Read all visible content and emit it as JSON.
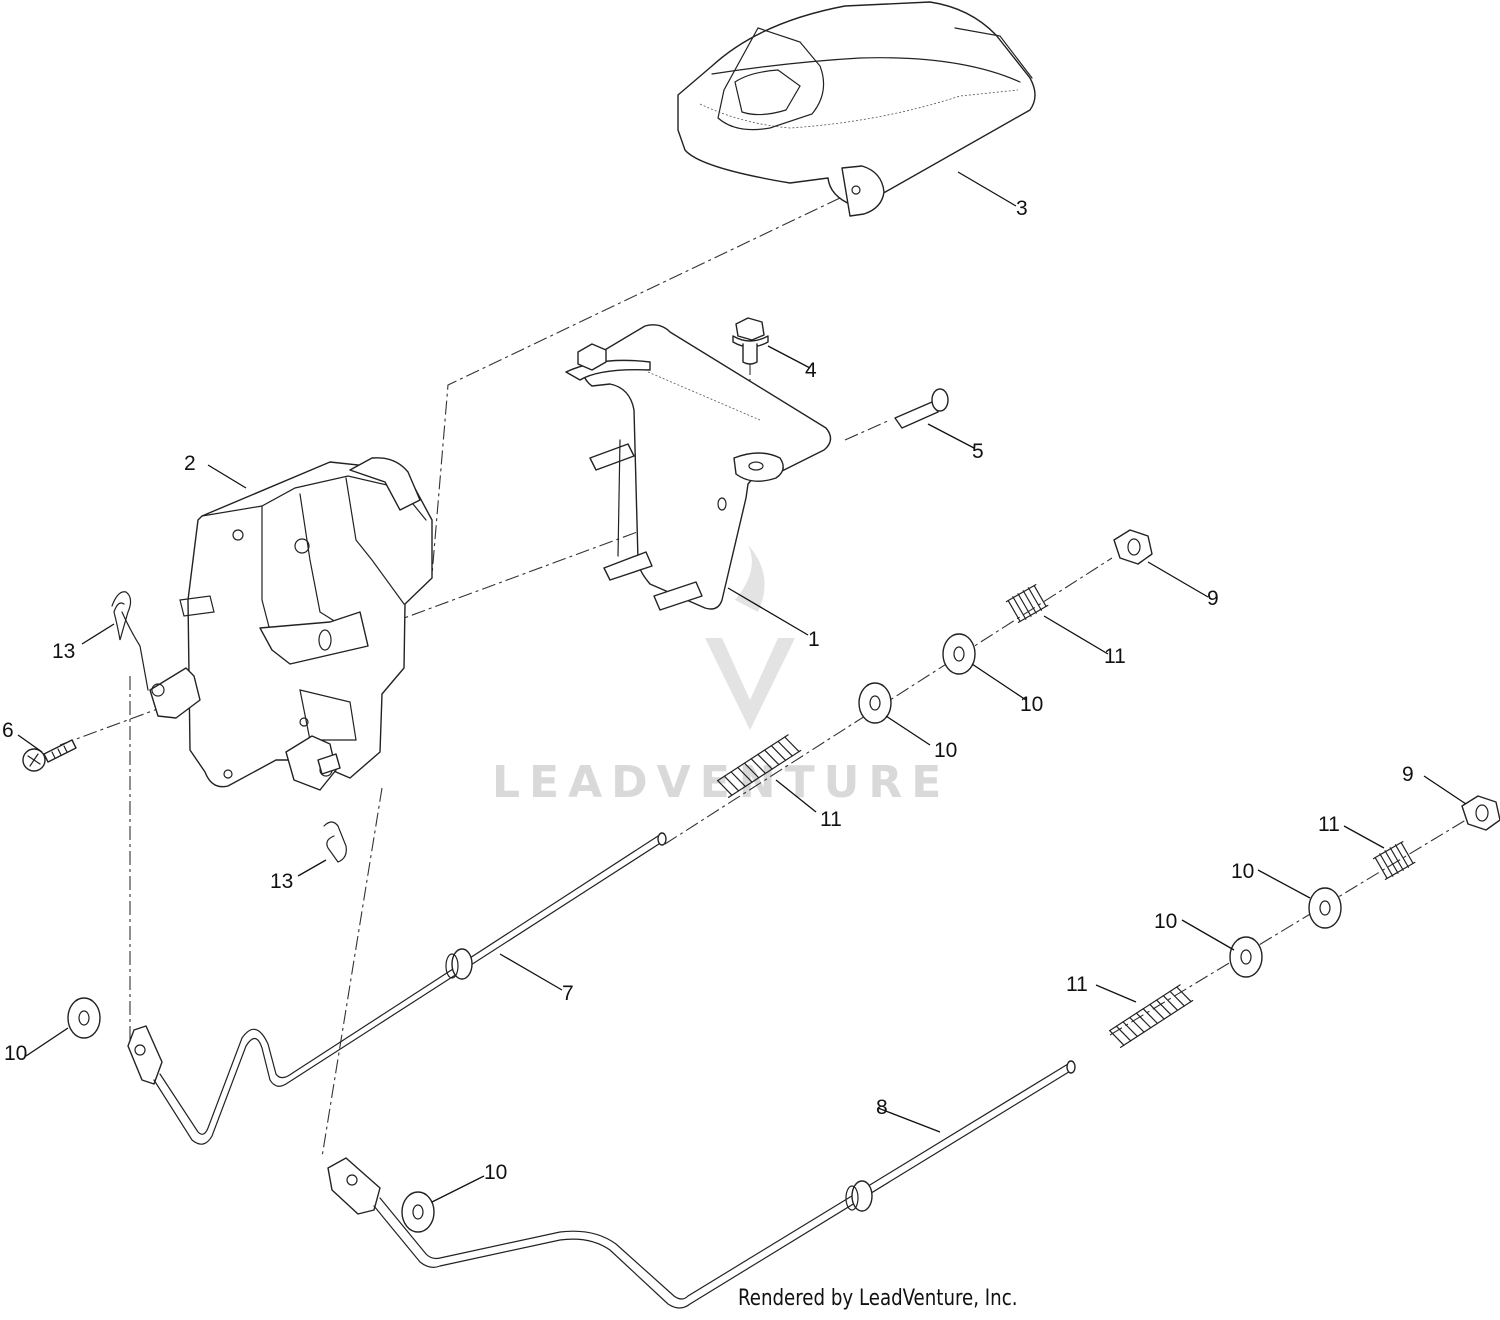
{
  "watermark": {
    "text": "LEADVENTURE",
    "logo_icon": "leadventure-v-logo-icon"
  },
  "credit_text": "Rendered by LeadVenture, Inc.",
  "callouts": {
    "c1": "1",
    "c2": "2",
    "c3": "3",
    "c4": "4",
    "c5": "5",
    "c6": "6",
    "c7": "7",
    "c8": "8",
    "c9a": "9",
    "c9b": "9",
    "c10a": "10",
    "c10b": "10",
    "c10c": "10",
    "c10d": "10",
    "c10e": "10",
    "c10f": "10",
    "c11a": "11",
    "c11b": "11",
    "c11c": "11",
    "c11d": "11",
    "c13a": "13",
    "c13b": "13"
  }
}
